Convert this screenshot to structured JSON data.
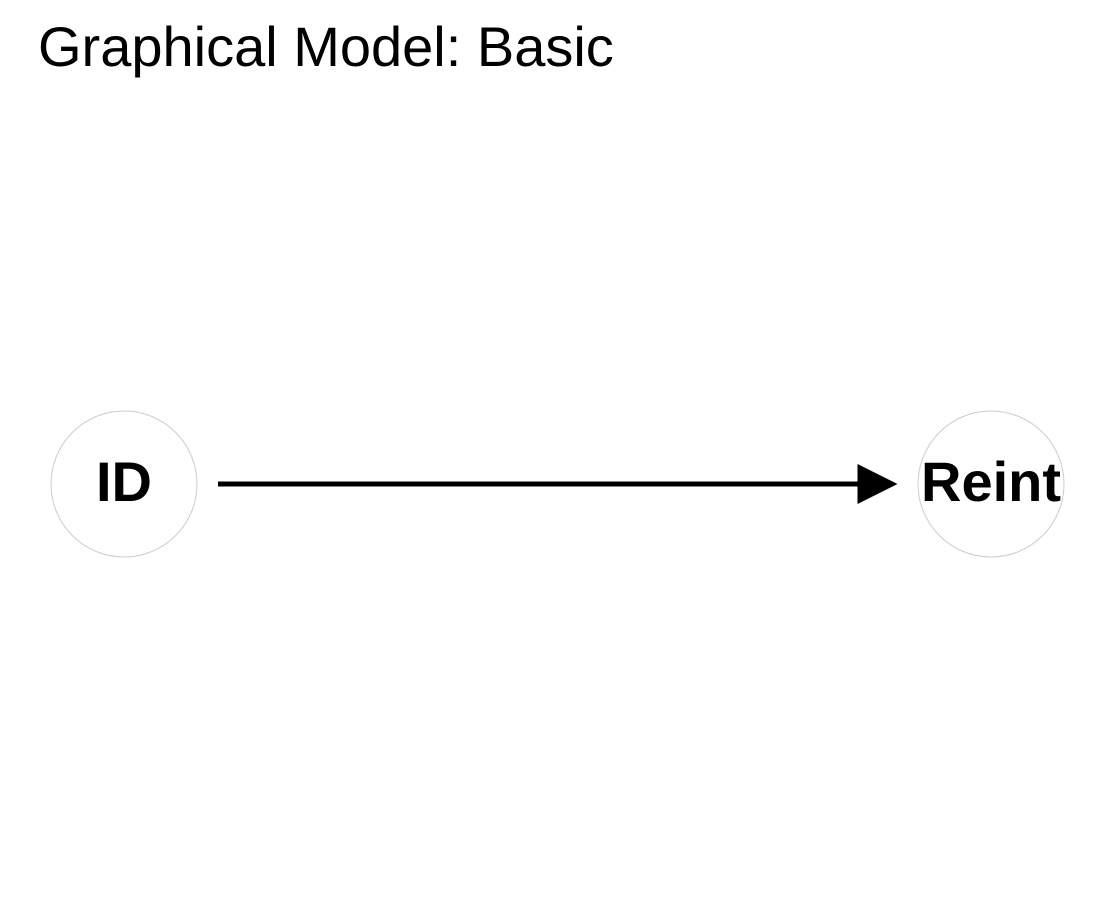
{
  "title": "Graphical Model: Basic",
  "colors": {
    "node_border": "#cccccc",
    "edge": "#000000",
    "text": "#000000"
  },
  "nodes": [
    {
      "id": "ID",
      "label": "ID"
    },
    {
      "id": "Reint",
      "label": "Reint"
    }
  ],
  "edges": [
    {
      "from": "ID",
      "to": "Reint",
      "directed": true
    }
  ]
}
